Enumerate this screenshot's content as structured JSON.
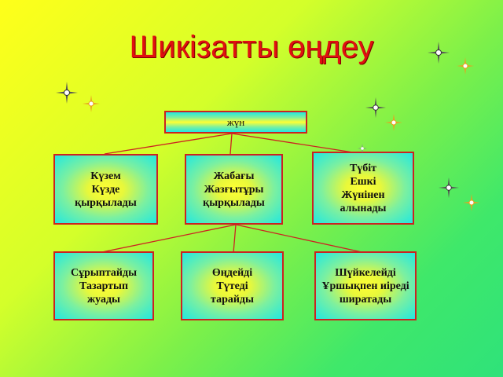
{
  "title": "Шикізатты өңдеу",
  "root": "жүн",
  "level1": [
    [
      "Күзем",
      "Күзде",
      "қырқылады"
    ],
    [
      "Жабағы",
      "Жазғытұры",
      "қырқылады"
    ],
    [
      "Түбіт",
      "Ешкі",
      "Жүнінен",
      "алынады"
    ]
  ],
  "level2": [
    [
      "Сұрыптайды",
      "Тазартып",
      "жуады"
    ],
    [
      "Өңдейді",
      "Түтеді",
      "тарайды"
    ],
    [
      "Шүйкелейді",
      "Ұршықпен иіреді",
      "ширатады"
    ]
  ],
  "colors": {
    "title": "#e01010",
    "border": "#cc2222",
    "line": "#cc2222"
  }
}
